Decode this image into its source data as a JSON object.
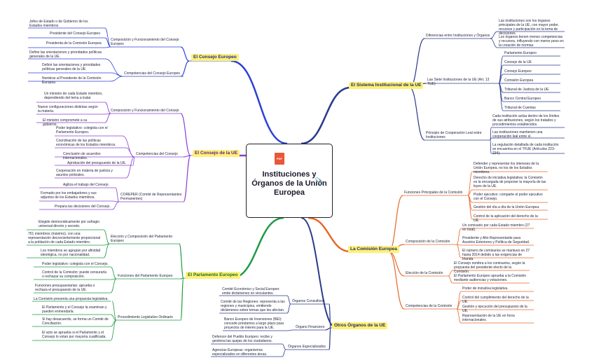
{
  "center": {
    "title": "Instituciones y Órganos de la Unión Europea",
    "icon": "pdf-file-icon",
    "icon_label": "PDF",
    "clip": "attachment-icon"
  },
  "colors": {
    "blue": "#2b3fd4",
    "purple": "#8a3fd1",
    "green": "#1f9a45",
    "orange": "#e8672a",
    "navy": "#2a3a8c"
  },
  "branches": {
    "consejo_europeo": {
      "label": "El Consejo Europeo",
      "composicion": "Composición y Funcionamiento del Consejo Europeo",
      "comp_items": [
        "Jefes de Estado o de Gobierno de los Estados miembros",
        "Presidente del Consejo Europeo",
        "Presidenta de la Comisión Europea"
      ],
      "competencias": "Competencias del Consejo Europeo",
      "compet_items": [
        "Define las orientaciones y prioridades políticas generales de la UE.",
        "Definir las orientaciones y prioridades políticas generales de la UE.",
        "Nombrar al Presidente de la Comisión Europea"
      ]
    },
    "consejo_ue": {
      "label": "El Consejo de la UE",
      "composicion": "Composición y Funcionamiento del Consejo",
      "comp_items": [
        "Un ministro de cada Estado miembro, dependiendo del tema a tratar",
        "Nueve configuraciones distintas según la materia.",
        "El ministro compromete a su gobierno."
      ],
      "competencias": "Competencias del Consejo",
      "compet_items": [
        "Poder legislativo: colegisla con el Parlamento Europeo.",
        "Coordinación de las políticas económicas de los Estados miembros.",
        "Conclusión de acuerdos internacionales.",
        "Aprobación del presupuesto de la UE.",
        "Cooperación en materia de justicia y asuntos policiales."
      ],
      "coreper": "COREPER (Comité de Representantes Permanentes)",
      "coreper_items": [
        "Agiliza el trabajo del Consejo.",
        "Formado por los embajadores y sus adjuntos de los Estados miembros.",
        "Prepara las decisiones del Consejo."
      ]
    },
    "parlamento": {
      "label": "El Parlamento Europeo",
      "eleccion": "Elección y Composición del Parlamento Europeo",
      "elec_items": [
        "Elegido democráticamente por sufragio universal directo y secreto.",
        "751 miembros (máximo), con una representación decrecientemente proporcional a la población de cada Estado miembro.",
        "Los miembros se agrupan por afinidad ideológica, no por nacionalidad."
      ],
      "funciones": "Funciones del Parlamento Europeo",
      "func_items": [
        "Poder legislativo: colegisla con el Consejo.",
        "Control de la Comisión: puede censurarla o rechazar su composición.",
        "Funciones presupuestarias: aprueba o rechaza el presupuesto de la UE."
      ],
      "procedimiento": "Procedimiento Legislativo Ordinario",
      "proc_items": [
        "La Comisión presenta una propuesta legislativa.",
        "El Parlamento y el Consejo la examinan y pueden enmendarla.",
        "Si hay desacuerdo, se forma un Comité de Conciliación.",
        "El acto se aprueba si el Parlamento y el Consejo lo votan por mayoría cualificada."
      ]
    },
    "sistema": {
      "label": "El Sistema Institucional de la UE",
      "diferencias": "Diferencias entre Instituciones y Órganos",
      "dif_items": [
        "Las instituciones son los órganos principales de la UE, con mayor poder, recursos y participación en la toma de decisiones.",
        "Los órganos tienen menos competencias y recursos, influyendo con menor peso en la creación de normas."
      ],
      "siete": "Las Siete Instituciones de la UE (Art. 13 TUE)",
      "siete_items": [
        "Parlamento Europeo",
        "Consejo de la UE",
        "Consejo Europeo",
        "Comisión Europea",
        "Tribunal de Justicia de la UE",
        "Banco Central Europeo",
        "Tribunal de Cuentas"
      ],
      "principio": "Principio de Cooperación Leal entre Instituciones",
      "prin_items": [
        "Cada institución actúa dentro de los límites de sus atribuciones, según los tratados y procedimientos establecidos.",
        "Las instituciones mantienen una cooperación leal entre sí.",
        "La regulación detallada de cada institución se encuentra en el TFUE (Artículos 223-234)."
      ]
    },
    "comision": {
      "label": "La Comisión Europea",
      "funciones": "Funciones Principales de la Comisión",
      "func_items": [
        "Defender y representar los intereses de la Unión Europea, no los de los Estados miembros.",
        "Derecho de iniciativa legislativa: la Comisión es la encargada de proponer la mayoría de las leyes de la UE.",
        "Poder ejecutivo: comparte el poder ejecutivo con el Consejo.",
        "Gestión del día a día de la Unión Europea.",
        "Control de la aplicación del derecho de la UE."
      ],
      "composicion": "Composición de la Comisión",
      "comp_items": [
        "Un comisario por cada Estado miembro (27 en total).",
        "Presidente y Alto Representante para Asuntos Exteriores y Política de Seguridad.",
        "El número de comisarios se mantuvo en 27 hasta 2014 debido a las exigencias de Irlanda."
      ],
      "eleccion": "Elección de la Comisión",
      "elec_items": [
        "El Consejo nombra a los comisarios, según la propuesta del presidente electo de la Comisión.",
        "El Parlamento Europeo aprueba a la Comisión mediante audiencias y votaciones."
      ],
      "competencias": "Competencias de la Comisión",
      "compet_items": [
        "Poder de iniciativa legislativa.",
        "Control del cumplimiento del derecho de la UE.",
        "Gestión y ejecución del presupuesto de la UE.",
        "Representación de la UE en foros internacionales."
      ]
    },
    "otros": {
      "label": "Otros Órganos de la UE",
      "consultivos": "Órganos Consultivos",
      "cons_items": [
        "Comité Económico y Social Europeo: emite dictámenes no vinculantes.",
        "Comité de las Regiones: representa a las regiones y municipios, emitiendo dictámenes sobre temas que les afectan."
      ],
      "financiero": "Órgano Financiero",
      "fin_items": [
        "Banco Europeo de Inversiones (BEI): concede préstamos a largo plazo para proyectos de interés para la UE."
      ],
      "especializados": "Órganos Especializados",
      "esp_items": [
        "Defensor del Pueblo Europeo: recibe y gestiona las quejas de los ciudadanos.",
        "Agencias Europeas: organismos especializados en diferentes áreas."
      ]
    }
  }
}
